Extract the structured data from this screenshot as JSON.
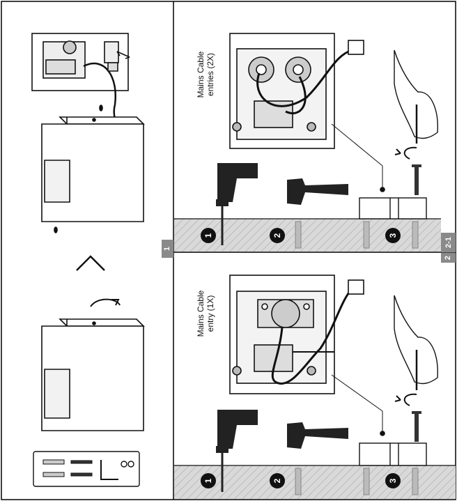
{
  "panel_top": {
    "label_line1": "Mains Cable",
    "label_line2": "entries (2X)",
    "steps": [
      "1",
      "2",
      "3"
    ],
    "tab": "2-1"
  },
  "panel_bottom": {
    "label_line1": "Mains Cable",
    "label_line2": "entry (1X)",
    "steps": [
      "1",
      "2",
      "3"
    ],
    "tab": "2"
  },
  "left_panel": {
    "tab": "1"
  },
  "icons": [
    "drill-icon",
    "hammer-icon",
    "screwdriver-hand-icon",
    "rotate-arrow-icon",
    "screw-icon",
    "wall-plug-icon",
    "allen-key-icon"
  ]
}
